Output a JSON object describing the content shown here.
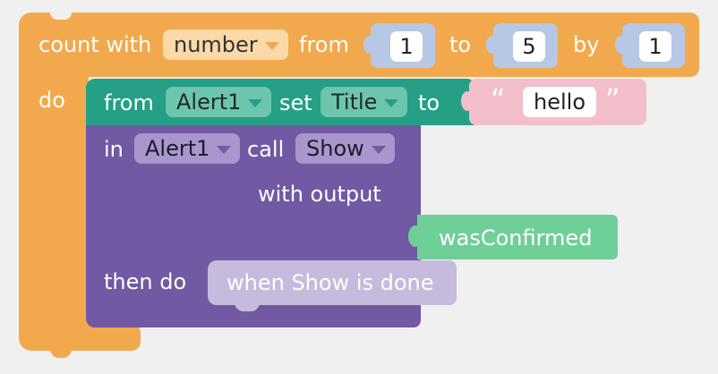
{
  "colors": {
    "loop": "#f2a94e",
    "number_block": "#b7c8e6",
    "property": "#259f86",
    "method": "#7159a3",
    "text_block": "#f2bfcb",
    "output_block": "#6fcf98",
    "done_block": "#c6bbdc",
    "canvas": "#f0f0f0"
  },
  "loop": {
    "label_count_with": "count with",
    "variable": "number",
    "label_from": "from",
    "from_value": "1",
    "label_to": "to",
    "to_value": "5",
    "label_by": "by",
    "by_value": "1",
    "label_do": "do"
  },
  "set_block": {
    "label_from": "from",
    "component": "Alert1",
    "label_set": "set",
    "property": "Title",
    "label_to": "to"
  },
  "text_block": {
    "open_quote": "“",
    "value": "hello",
    "close_quote": "”"
  },
  "call_block": {
    "label_in": "in",
    "component": "Alert1",
    "label_call": "call",
    "method": "Show",
    "label_with_output": "with output",
    "output_param": "wasConfirmed",
    "label_then_do": "then do",
    "done_event": "when Show is done"
  }
}
